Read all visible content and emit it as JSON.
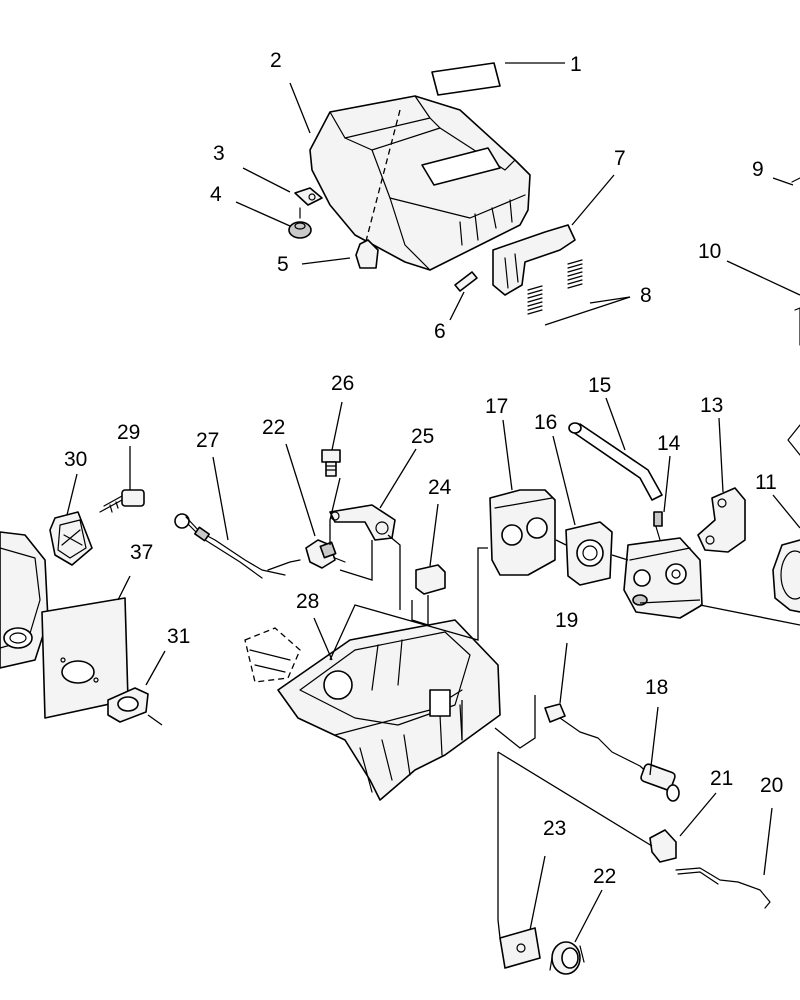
{
  "diagram": {
    "callouts": [
      "1",
      "2",
      "3",
      "4",
      "5",
      "6",
      "7",
      "8",
      "9",
      "10",
      "26",
      "15",
      "17",
      "16",
      "13",
      "29",
      "27",
      "22",
      "25",
      "14",
      "30",
      "24",
      "11",
      "37",
      "28",
      "19",
      "31",
      "18",
      "21",
      "20",
      "23",
      "22"
    ]
  }
}
